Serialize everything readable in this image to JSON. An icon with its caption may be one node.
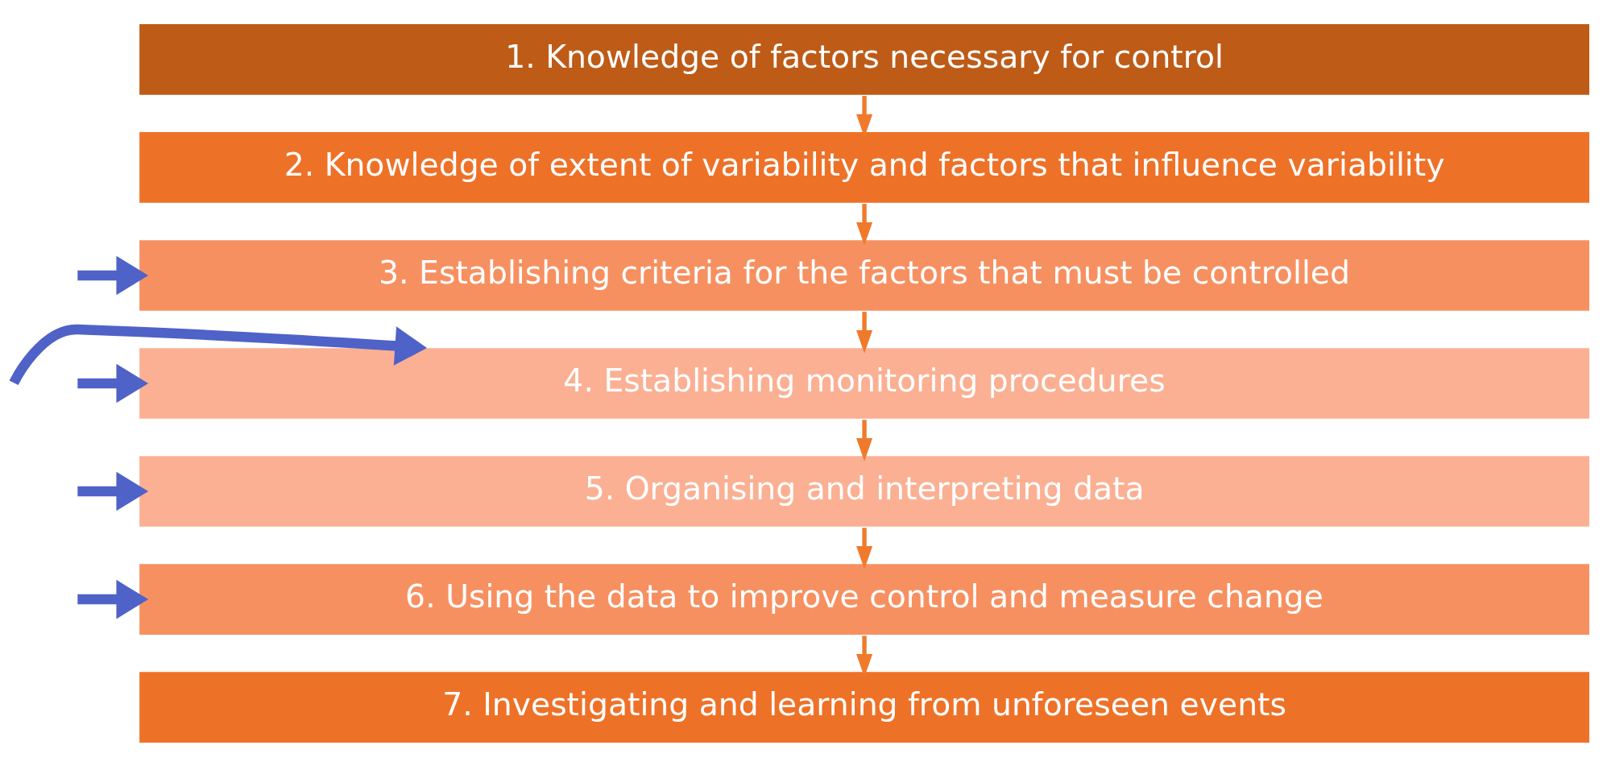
{
  "diagram": {
    "nodes": [
      {
        "text": [
          "1. Knowledge of factors necessary for control"
        ]
      },
      {
        "text": [
          "2. Knowledge of extent of variability and factors that influence variability"
        ]
      },
      {
        "text": [
          "3. Establishing criteria for the factors that must be controlled"
        ]
      },
      {
        "text": [
          "4. Establishing monitoring procedures"
        ]
      },
      {
        "text": [
          "5. Organising and interpreting data"
        ]
      },
      {
        "text": [
          "6. Using the data to improve control and measure change"
        ]
      },
      {
        "text": [
          "7. Investigating and learning from unforeseen events"
        ]
      }
    ],
    "edges": [
      {
        "from": 0,
        "to": 1,
        "arrow": "to"
      },
      {
        "from": 1,
        "to": 2,
        "arrow": "to"
      },
      {
        "from": 2,
        "to": 3,
        "arrow": "to"
      },
      {
        "from": 3,
        "to": 4,
        "arrow": "to"
      },
      {
        "from": 4,
        "to": 5,
        "arrow": "to"
      },
      {
        "from": 5,
        "to": 6,
        "arrow": "to"
      },
      {
        "from": null,
        "to": 2,
        "arrow": "to",
        "style": "thick",
        "color": "#4f62c8"
      },
      {
        "from": null,
        "to": 3,
        "arrow": "to",
        "style": "thick",
        "color": "#4f62c8"
      },
      {
        "from": null,
        "to": 3,
        "arrow": "to",
        "style": "thick",
        "color": "#4f62c8"
      },
      {
        "from": null,
        "to": 4,
        "arrow": "to",
        "style": "thick",
        "color": "#4f62c8"
      },
      {
        "from": null,
        "to": 5,
        "arrow": "to",
        "style": "thick",
        "color": "#4f62c8"
      }
    ]
  }
}
